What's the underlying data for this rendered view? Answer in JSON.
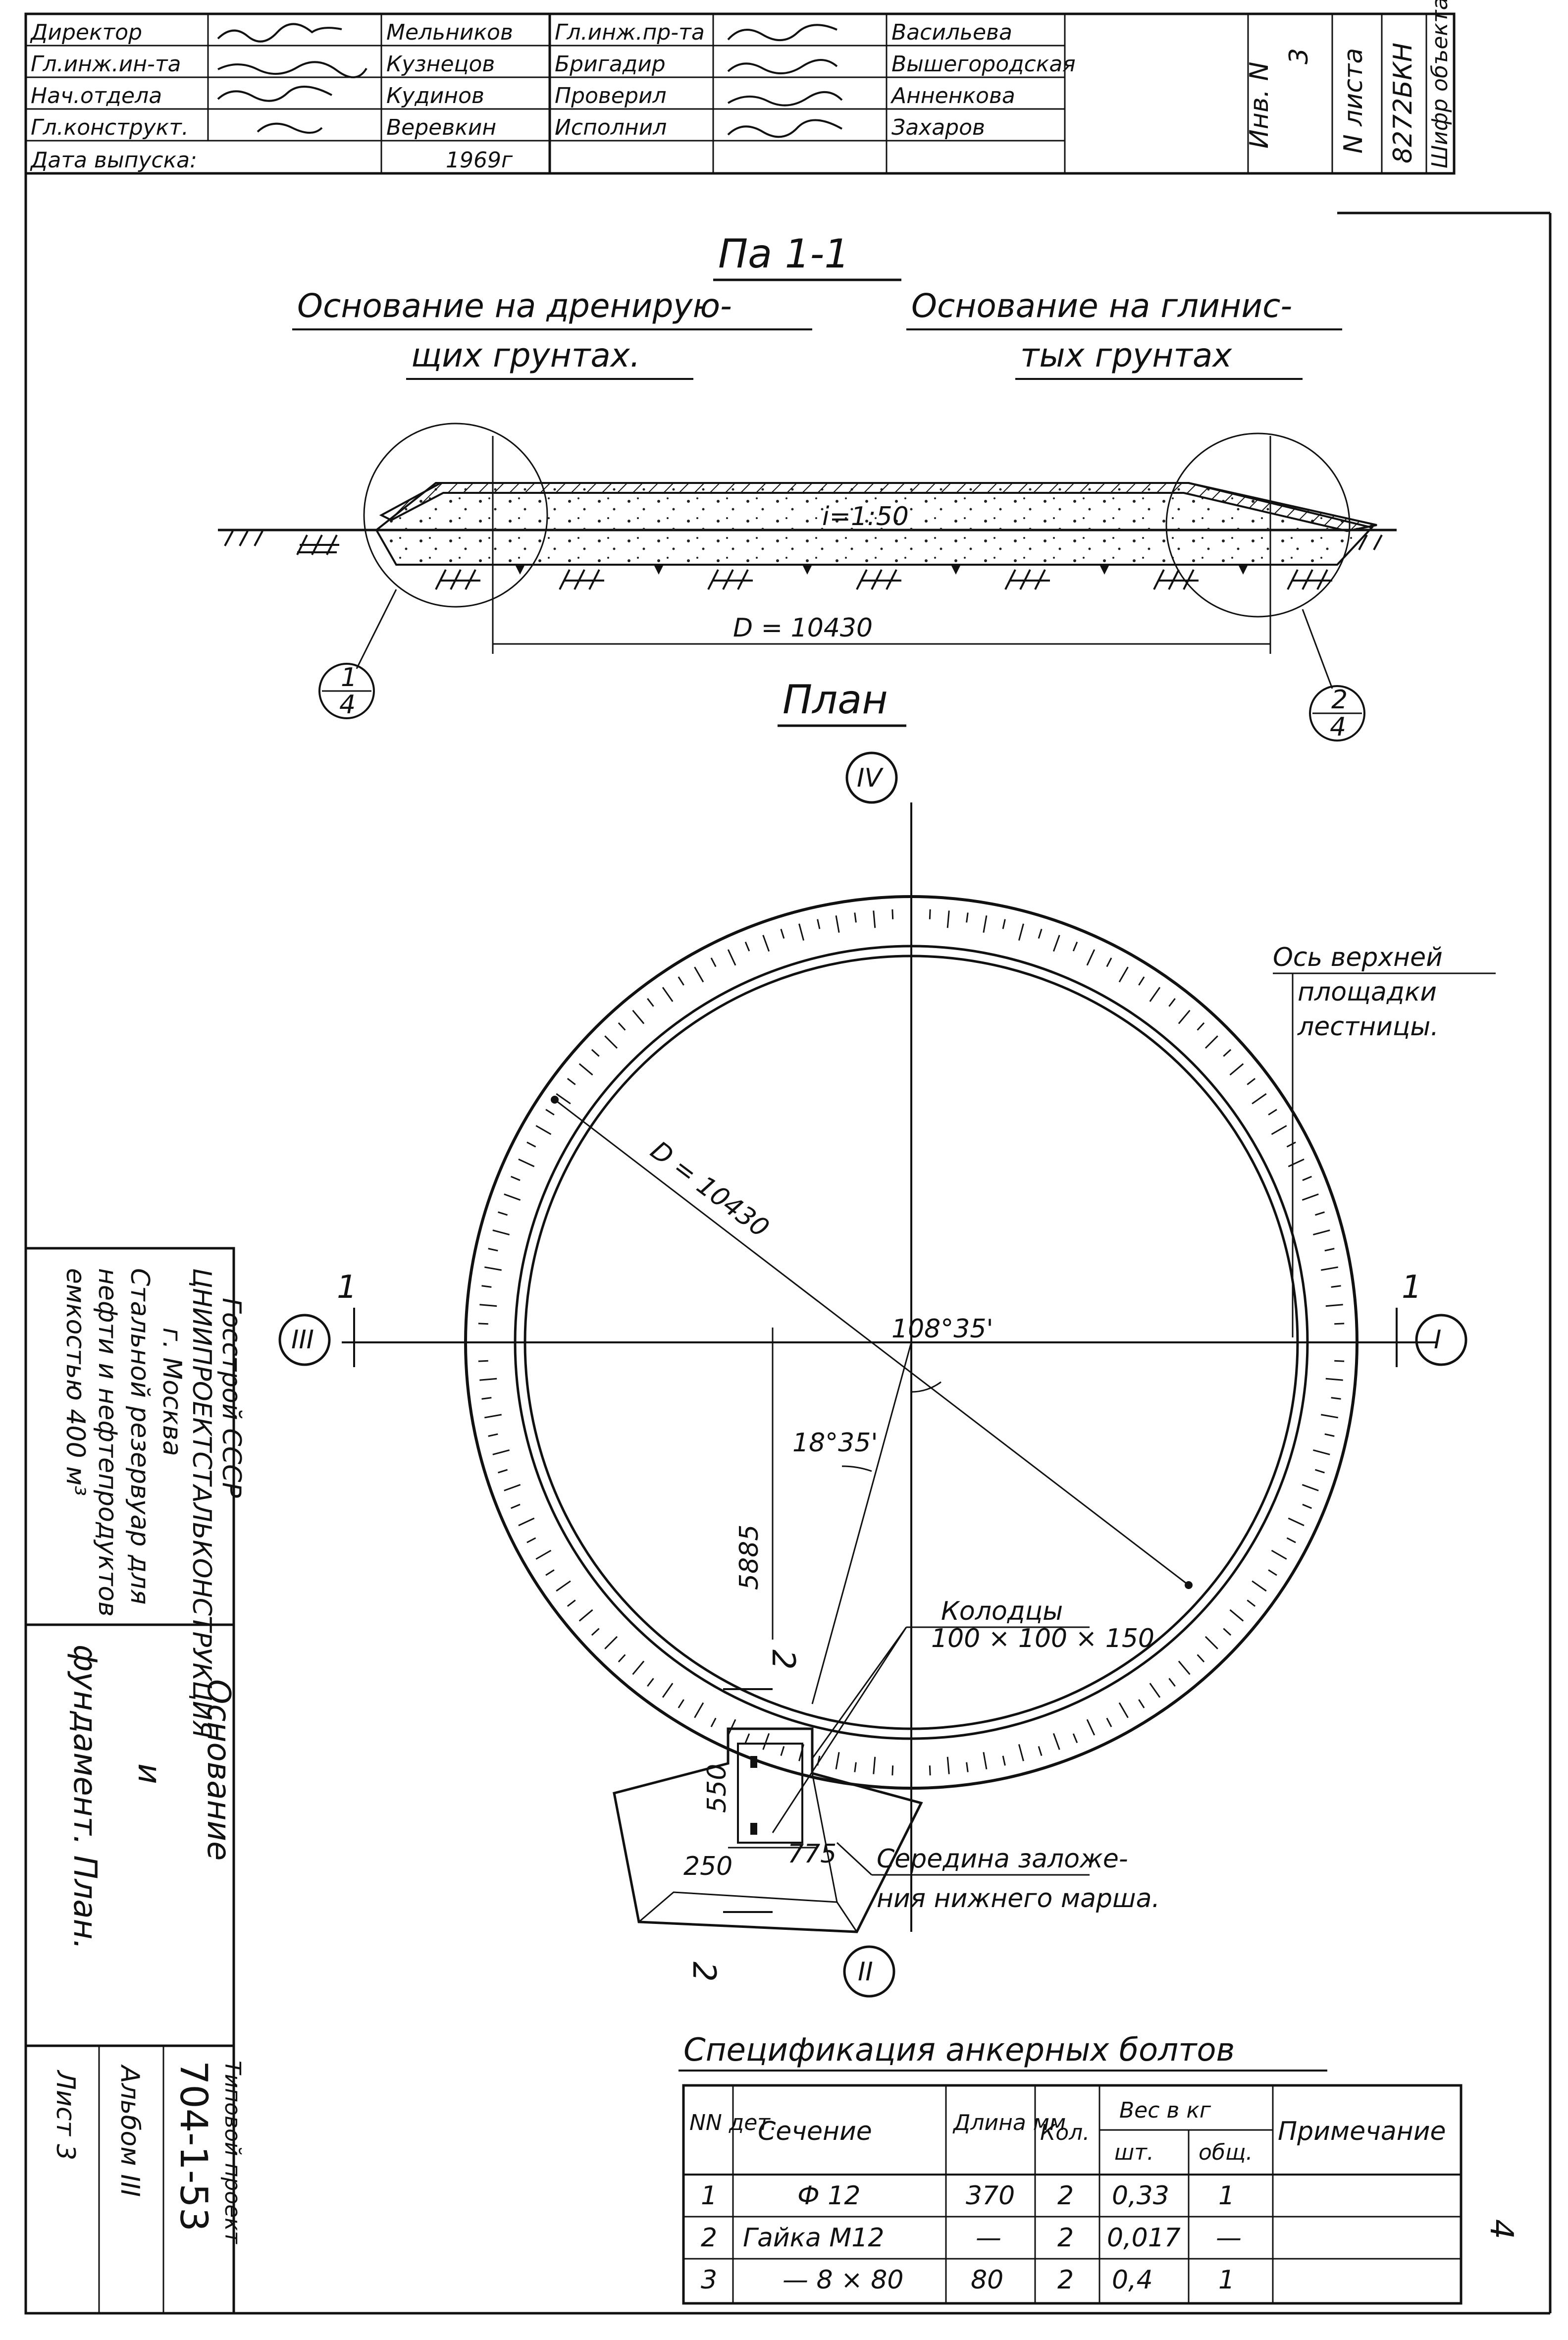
{
  "title_block": {
    "roles_left": [
      "Директор",
      "Гл.инж.ин-та",
      "Нач.отдела",
      "Гл.конструкт.",
      "Дата выпуска:"
    ],
    "names_left": [
      "Мельников",
      "Кузнецов",
      "Кудинов",
      "Веревкин"
    ],
    "year": "1969г",
    "roles_right": [
      "Гл.инж.пр-та",
      "Бригадир",
      "Проверил",
      "Исполнил"
    ],
    "names_right": [
      "Васильева",
      "Вышегородская",
      "Анненкова",
      "Захаров"
    ],
    "col_inv_label": "Инв. N",
    "col_sheet_label": "N листа",
    "col_code_label": "Шифр объекта",
    "sheet_number": "3",
    "object_code": "8272БКН"
  },
  "section": {
    "title": "Па 1-1",
    "left_heading_line1": "Основание на дренирую-",
    "left_heading_line2": "щих грунтах.",
    "right_heading_line1": "Основание на глинис-",
    "right_heading_line2": "тых грунтах",
    "slope_label": "i=1:50",
    "diameter_label": "D = 10430",
    "callout_left_num": "1",
    "callout_left_den": "4",
    "callout_right_num": "2",
    "callout_right_den": "4"
  },
  "plan": {
    "title": "План",
    "axis_top": "IV",
    "axis_right": "I",
    "axis_bottom": "II",
    "axis_left": "III",
    "diameter_label": "D = 10430",
    "angle_main": "108°35'",
    "angle_small": "18°35'",
    "dim_long": "5885",
    "dim_550": "550",
    "dim_250": "250",
    "dim_775": "775",
    "section_mark_1": "1",
    "section_mark_2": "2",
    "note_axis_line1": "Ось верхней",
    "note_axis_line2": "площадки",
    "note_axis_line3": "лестницы.",
    "note_wells_line1": "Колодцы",
    "note_wells_line2": "100 × 100 × 150",
    "note_mid_line1": "Середина заложе-",
    "note_mid_line2": "ния нижнего марша."
  },
  "left_stamp": {
    "org_line1": "Госстрой СССР",
    "org_line2": "ЦНИИПРОЕКТСТАЛЬКОНСТРУКЦИЯ",
    "org_line3": "г. Москва",
    "desc_line1": "Стальной резервуар для",
    "desc_line2": "нефти и нефтепродуктов",
    "desc_line3": "емкостью 400 м³",
    "sheet_title_line1": "Основание",
    "sheet_title_line2": "и",
    "sheet_title_line3": "фундамент. План.",
    "project_type": "Типовой проект",
    "project_code": "704-1-53",
    "album": "Альбом III",
    "sheet": "Лист 3"
  },
  "spec": {
    "title": "Спецификация анкерных болтов",
    "headers": {
      "num": "NN дет.",
      "section": "Сечение",
      "length": "Длина мм",
      "qty": "Кол.",
      "weight": "Вес в кг",
      "weight_piece": "шт.",
      "weight_total": "общ.",
      "note": "Примечание"
    },
    "rows": [
      {
        "num": "1",
        "section": "Ф 12",
        "length": "370",
        "qty": "2",
        "piece": "0,33",
        "total": "1"
      },
      {
        "num": "2",
        "section": "Гайка М12",
        "length": "—",
        "qty": "2",
        "piece": "0,017",
        "total": "—"
      },
      {
        "num": "3",
        "section": "— 8 × 80",
        "length": "80",
        "qty": "2",
        "piece": "0,4",
        "total": "1"
      }
    ]
  },
  "page_number": "4"
}
